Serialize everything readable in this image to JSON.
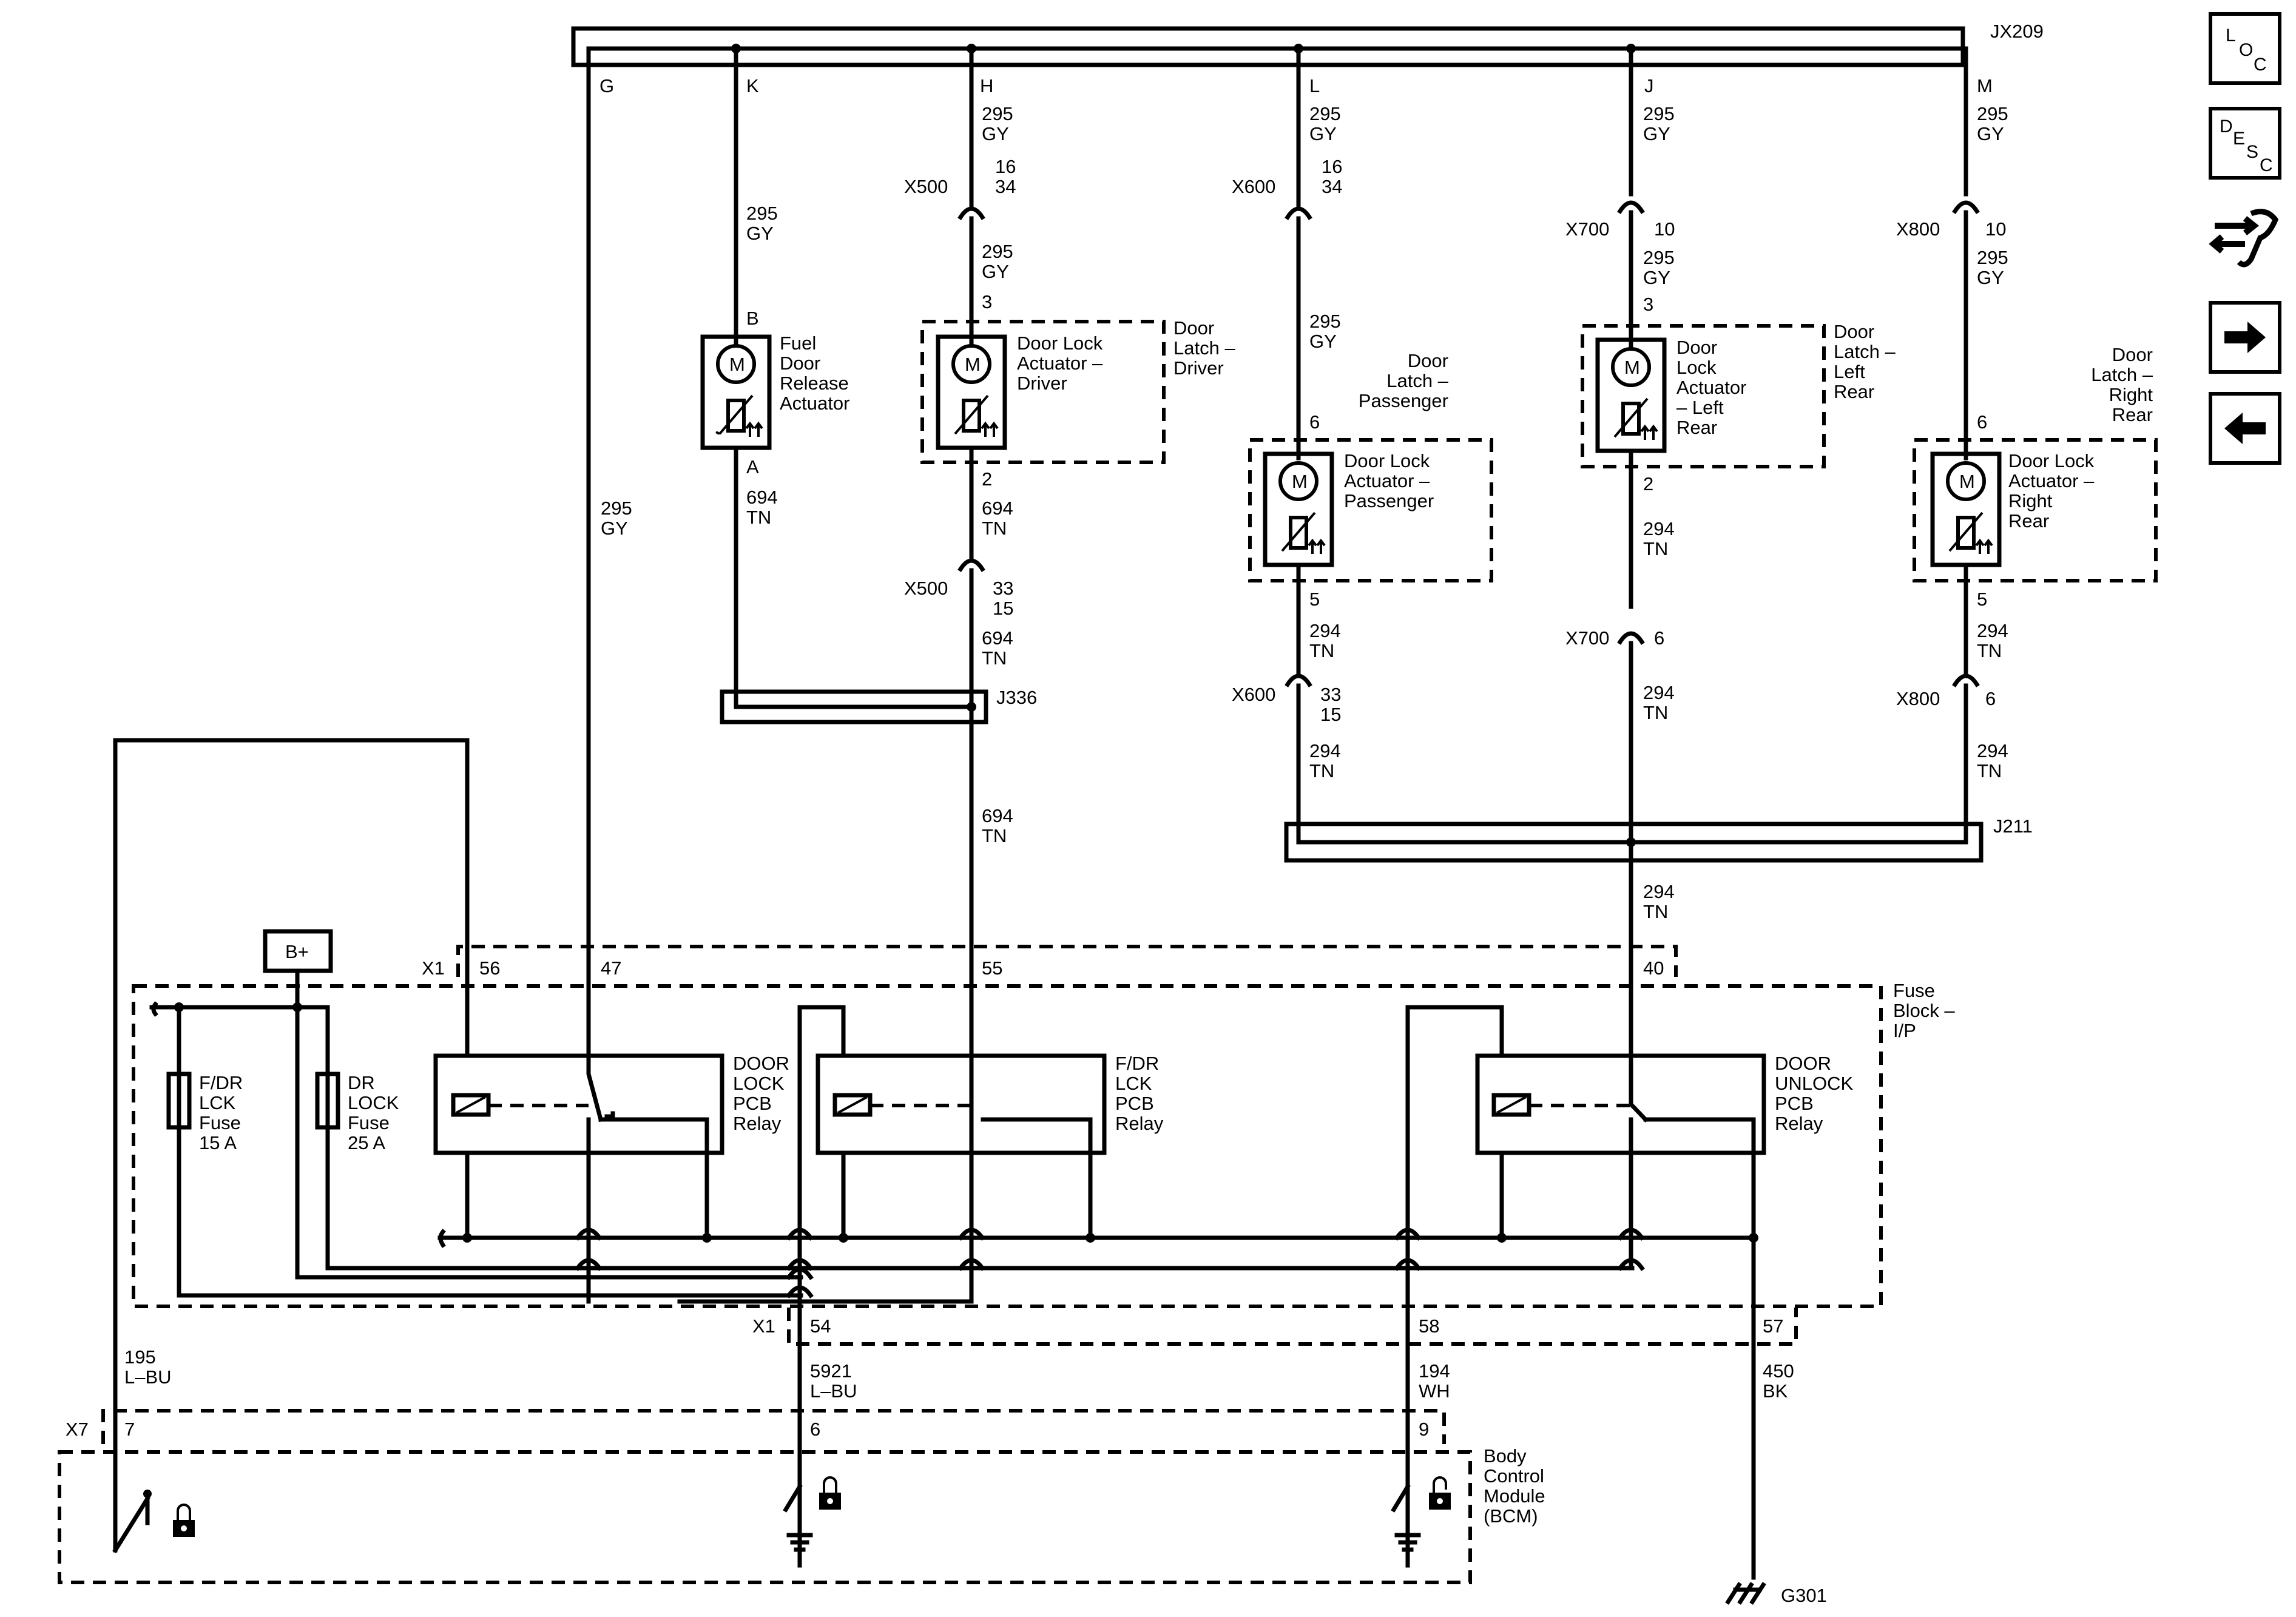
{
  "connectors": {
    "jx209": "JX209",
    "j336": "J336",
    "j211": "J211",
    "x1": "X1",
    "x7": "X7",
    "x500": "X500",
    "x600": "X600",
    "x700": "X700",
    "x800": "X800",
    "g301": "G301",
    "bplus": "B+"
  },
  "pins": {
    "G": "G",
    "K": "K",
    "H": "H",
    "L": "L",
    "J": "J",
    "M": "M",
    "B": "B",
    "A": "A",
    "p3": "3",
    "p2": "2",
    "p6": "6",
    "p5": "5",
    "x500_top": "16\n34",
    "x500_bot": "33\n15",
    "x600_top": "16\n34",
    "x600_bot": "33\n15",
    "x700_top": "10",
    "x700_bot": "6",
    "x800_top": "10",
    "x800_bot": "6",
    "x1_56": "56",
    "x1_47": "47",
    "x1_55": "55",
    "x1_40": "40",
    "x1_54": "54",
    "x1_58": "58",
    "x1_57": "57",
    "x7_7": "7",
    "x7_6": "6",
    "x7_9": "9"
  },
  "wires": {
    "w295gy": "295\nGY",
    "w694tn": "694\nTN",
    "w294tn": "294\nTN",
    "w195lbu": "195\nL–BU",
    "w5921lbu": "5921\nL–BU",
    "w194wh": "194\nWH",
    "w450bk": "450\nBK"
  },
  "components": {
    "fuel_door": "Fuel\nDoor\nRelease\nActuator",
    "dl_driver": "Door Lock\nActuator –\nDriver",
    "latch_driver": "Door\nLatch –\nDriver",
    "latch_passenger": "Door\nLatch –\nPassenger",
    "dl_passenger": "Door Lock\nActuator –\nPassenger",
    "dl_left_rear": "Door\nLock\nActuator\n– Left\nRear",
    "latch_left_rear": "Door\nLatch –\nLeft\nRear",
    "latch_right_rear": "Door\nLatch –\nRight\nRear",
    "dl_right_rear": "Door Lock\nActuator –\nRight\nRear",
    "fuse_block": "Fuse\nBlock –\nI/P",
    "fuse_fdr": "F/DR\nLCK\nFuse\n15 A",
    "fuse_dr": "DR\nLOCK\nFuse\n25 A",
    "relay_door_lock": "DOOR\nLOCK\nPCB\nRelay",
    "relay_fdr": "F/DR\nLCK\nPCB\nRelay",
    "relay_unlock": "DOOR\nUNLOCK\nPCB\nRelay",
    "bcm": "Body\nControl\nModule\n(BCM)",
    "motor": "M"
  },
  "nav": {
    "loc": "LOC",
    "desc": "DESC",
    "loc_letters": [
      "L",
      "O",
      "C"
    ],
    "desc_letters": [
      "D",
      "E",
      "S",
      "C"
    ]
  }
}
